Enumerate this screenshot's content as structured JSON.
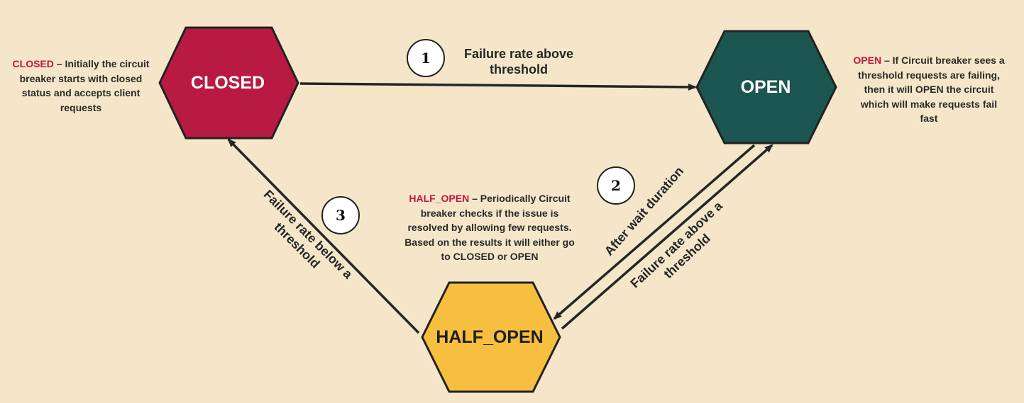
{
  "colors": {
    "background": "#f5e6c9",
    "closed": "#b81a42",
    "open": "#1c5650",
    "half_open": "#f7bf3f",
    "outline": "#222222",
    "note_key": "#c0163f"
  },
  "states": {
    "closed": "CLOSED",
    "open": "OPEN",
    "half_open": "HALF_OPEN"
  },
  "transitions": {
    "closed_to_open": {
      "step": "1",
      "label_lines": [
        "Failure rate above",
        "threshold"
      ]
    },
    "open_to_half_open": {
      "step": "2",
      "label": "After wait duration"
    },
    "half_open_to_open": {
      "label_lines": [
        "Failure rate above a",
        "threshold"
      ]
    },
    "half_open_to_closed": {
      "step": "3",
      "label_lines": [
        "Failure rate below a",
        "threshold"
      ]
    }
  },
  "notes": {
    "closed": {
      "key": "CLOSED",
      "text": " – Initially the circuit breaker starts with closed status and accepts client requests"
    },
    "open": {
      "key": "OPEN",
      "text": " – If Circuit breaker sees a threshold requests are failing, then it will OPEN the circuit which will make requests fail fast"
    },
    "half_open": {
      "key": "HALF_OPEN",
      "text": " – Periodically Circuit breaker checks if the issue is resolved by allowing few requests. Based on the results it will either go to CLOSED or OPEN"
    }
  }
}
